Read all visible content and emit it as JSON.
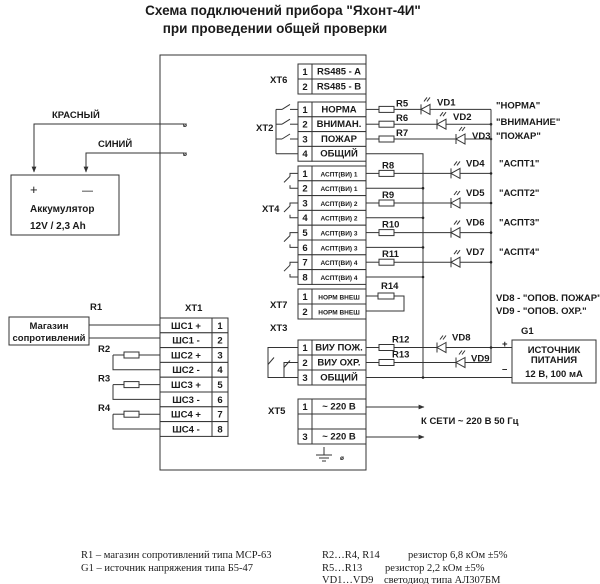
{
  "title": {
    "line1": "Схема подключений прибора \"Яхонт-4И\"",
    "line2": "при проведении общей проверки"
  },
  "battery": {
    "wire_red": "КРАСНЫЙ",
    "wire_blue": "СИНИЙ",
    "plus": "+",
    "minus": "—",
    "name": "Аккумулятор",
    "rating": "12V / 2,3 Ah"
  },
  "resistance_box": {
    "ref": "R1",
    "line1": "Магазин",
    "line2": "сопротивлений"
  },
  "xt1": {
    "label": "XT1",
    "rows": [
      {
        "signal": "ШС1 +",
        "pin": "1"
      },
      {
        "signal": "ШС1 -",
        "pin": "2"
      },
      {
        "signal": "ШС2 +",
        "pin": "3"
      },
      {
        "signal": "ШС2 -",
        "pin": "4"
      },
      {
        "signal": "ШС3 +",
        "pin": "5"
      },
      {
        "signal": "ШС3 -",
        "pin": "6"
      },
      {
        "signal": "ШС4 +",
        "pin": "7"
      },
      {
        "signal": "ШС4 -",
        "pin": "8"
      }
    ],
    "resistors": [
      "R2",
      "R3",
      "R4"
    ]
  },
  "xt6": {
    "label": "XT6",
    "rows": [
      {
        "pin": "1",
        "signal": "RS485 - A"
      },
      {
        "pin": "2",
        "signal": "RS485 - B"
      }
    ]
  },
  "xt2": {
    "label": "XT2",
    "rows": [
      {
        "pin": "1",
        "signal": "НОРМА"
      },
      {
        "pin": "2",
        "signal": "ВНИМАН."
      },
      {
        "pin": "3",
        "signal": "ПОЖАР"
      },
      {
        "pin": "4",
        "signal": "ОБЩИЙ"
      }
    ],
    "resistors": [
      "R5",
      "R6",
      "R7"
    ],
    "leds": [
      "VD1",
      "VD2",
      "VD3"
    ],
    "indications": [
      "\"НОРМА\"",
      "\"ВНИМАНИЕ\"",
      "\"ПОЖАР\""
    ]
  },
  "xt4": {
    "label": "XT4",
    "rows": [
      {
        "pin": "1",
        "signal": "АСПТ(ВИ) 1"
      },
      {
        "pin": "2",
        "signal": "АСПТ(ВИ) 1"
      },
      {
        "pin": "3",
        "signal": "АСПТ(ВИ) 2"
      },
      {
        "pin": "4",
        "signal": "АСПТ(ВИ) 2"
      },
      {
        "pin": "5",
        "signal": "АСПТ(ВИ) 3"
      },
      {
        "pin": "6",
        "signal": "АСПТ(ВИ) 3"
      },
      {
        "pin": "7",
        "signal": "АСПТ(ВИ) 4"
      },
      {
        "pin": "8",
        "signal": "АСПТ(ВИ) 4"
      }
    ],
    "resistors": [
      "R8",
      "R9",
      "R10",
      "R11"
    ],
    "leds": [
      "VD4",
      "VD5",
      "VD6",
      "VD7"
    ],
    "indications": [
      "\"АСПТ1\"",
      "\"АСПТ2\"",
      "\"АСПТ3\"",
      "\"АСПТ4\""
    ]
  },
  "xt7": {
    "label": "XT7",
    "rows": [
      {
        "pin": "1",
        "signal": "НОРМ ВНЕШ"
      },
      {
        "pin": "2",
        "signal": "НОРМ ВНЕШ"
      }
    ],
    "resistor": "R14"
  },
  "xt3": {
    "label": "XT3",
    "rows": [
      {
        "pin": "1",
        "signal": "ВИУ ПОЖ."
      },
      {
        "pin": "2",
        "signal": "ВИУ ОХР."
      },
      {
        "pin": "3",
        "signal": "ОБЩИЙ"
      }
    ],
    "resistors": [
      "R12",
      "R13"
    ],
    "leds": [
      "VD8",
      "VD9"
    ],
    "note1": "VD8 - \"ОПОВ. ПОЖАР\"",
    "note2": "VD9 - \"ОПОВ. ОХР.\""
  },
  "g1": {
    "ref": "G1",
    "line1": "ИСТОЧНИК",
    "line2": "ПИТАНИЯ",
    "line3": "12 В, 100 мА",
    "plus": "+",
    "minus": "–"
  },
  "xt5": {
    "label": "XT5",
    "rows": [
      {
        "pin": "1",
        "signal": "~ 220 В"
      },
      {
        "pin": "",
        "signal": ""
      },
      {
        "pin": "3",
        "signal": "~ 220 В"
      }
    ],
    "mains": "К СЕТИ ~ 220 В 50 Гц"
  },
  "legend": {
    "left": [
      "R1 – магазин сопротивлений типа МСР-63",
      "G1 – источник напряжения типа Б5-47"
    ],
    "right": [
      {
        "ref": "R2…R4, R14",
        "desc": "резистор 6,8 кОм ±5%"
      },
      {
        "ref": "R5…R13",
        "desc": "резистор 2,2 кОм ±5%"
      },
      {
        "ref": "VD1…VD9",
        "desc": "светодиод типа АЛ307БМ"
      }
    ]
  }
}
